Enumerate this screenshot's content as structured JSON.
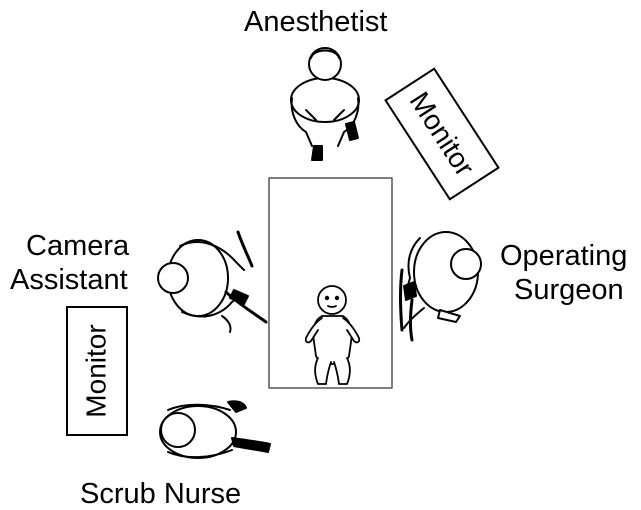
{
  "labels": {
    "anesthetist": "Anesthetist",
    "camera_assistant_line1": "Camera",
    "camera_assistant_line2": "Assistant",
    "operating_surgeon_line1": "Operating",
    "operating_surgeon_line2": "Surgeon",
    "scrub_nurse": "Scrub Nurse"
  },
  "monitors": {
    "top_right": "Monitor",
    "left": "Monitor"
  }
}
